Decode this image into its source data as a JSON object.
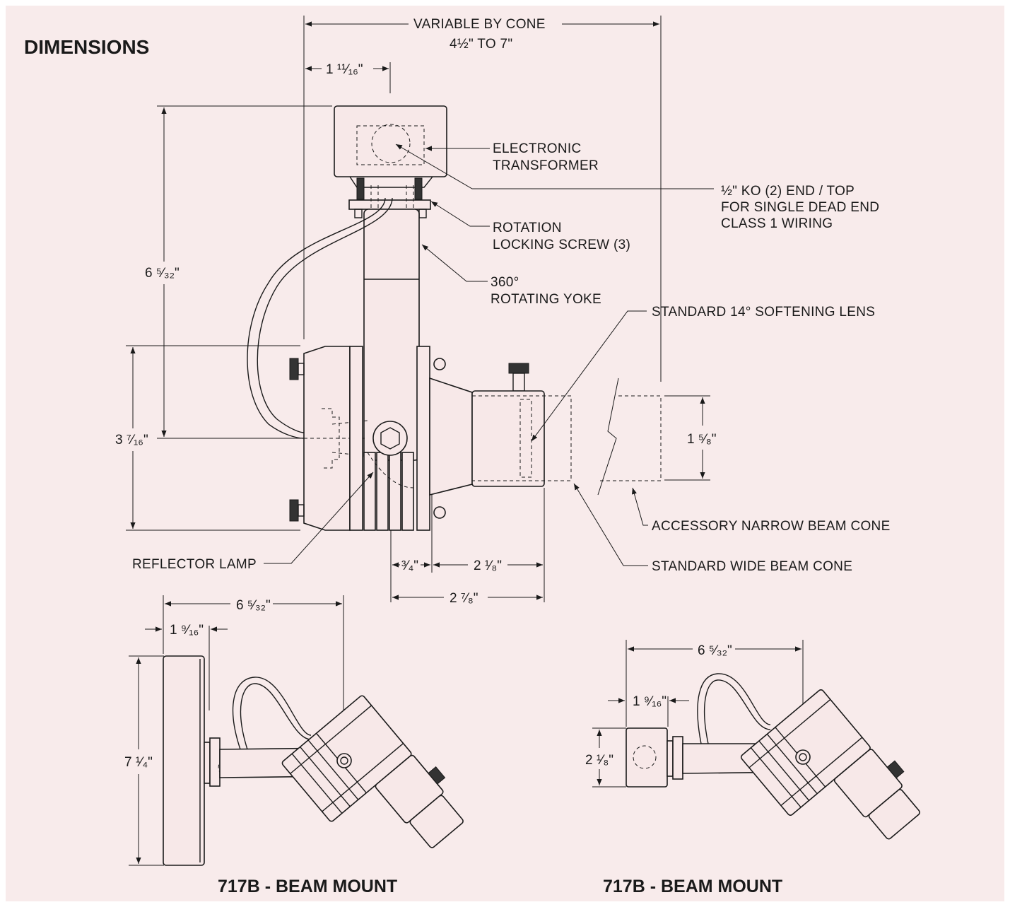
{
  "page": {
    "title": "DIMENSIONS",
    "background": "#f8ebeb",
    "line_color": "#1a1a1a"
  },
  "main_view": {
    "dims": {
      "variable_label": "VARIABLE BY CONE",
      "variable_range": "4½\" TO  7\"",
      "offset_top": "1 ¹¹⁄₁₆\"",
      "height": "6 ⁵⁄₃₂\"",
      "body_height": "3 ⁷⁄₁₆\"",
      "cone_height": "1 ⁵⁄₈\"",
      "lamp_to_body": "³⁄₄\"",
      "body_to_cone": "2 ¹⁄₈\"",
      "total_depth": "2 ⁷⁄₈\""
    },
    "callouts": {
      "transformer_1": "ELECTRONIC",
      "transformer_2": "TRANSFORMER",
      "ko_1": "½\" KO (2) END / TOP",
      "ko_2": "FOR SINGLE DEAD END",
      "ko_3": "CLASS 1 WIRING",
      "rotation_1": "ROTATION",
      "rotation_2": "LOCKING SCREW (3)",
      "yoke_1": "360°",
      "yoke_2": "ROTATING YOKE",
      "lens": "STANDARD 14° SOFTENING LENS",
      "narrow_cone": "ACCESSORY NARROW BEAM CONE",
      "wide_cone": "STANDARD WIDE BEAM CONE",
      "reflector": "REFLECTOR LAMP"
    }
  },
  "bottom_left": {
    "caption": "717B - BEAM MOUNT",
    "dims": {
      "overall": "6 ⁵⁄₃₂\"",
      "offset": "1 ⁹⁄₁₆\"",
      "height": "7 ¹⁄₄\""
    }
  },
  "bottom_right": {
    "caption": "717B - BEAM MOUNT",
    "dims": {
      "overall": "6 ⁵⁄₃₂\"",
      "offset": "1 ⁹⁄₁₆\"",
      "height": "2 ¹⁄₈\""
    }
  }
}
